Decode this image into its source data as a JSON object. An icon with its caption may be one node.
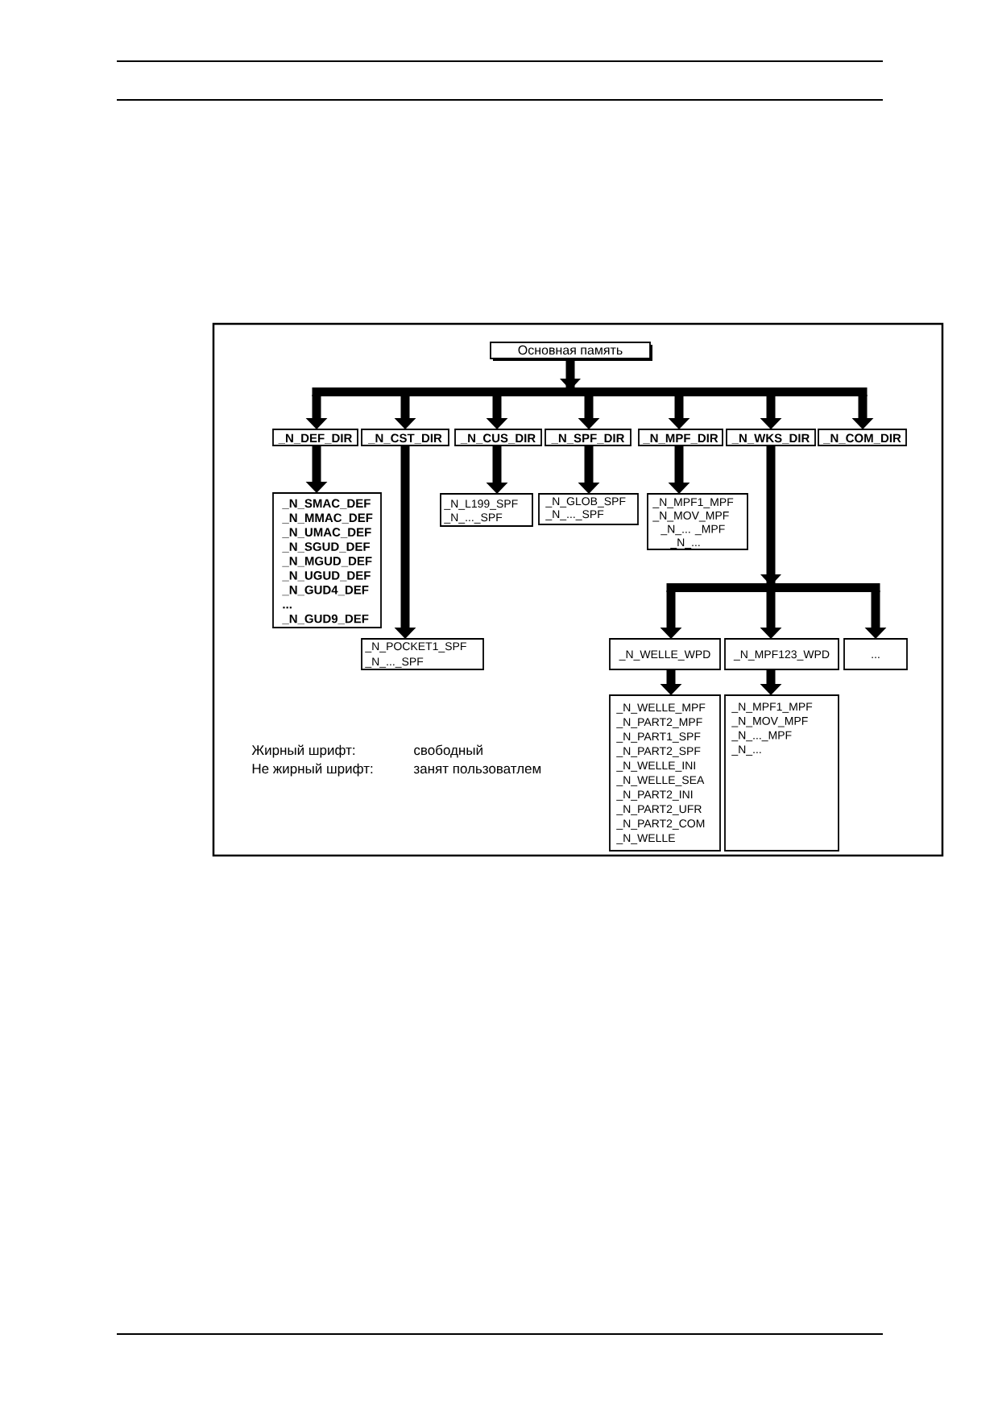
{
  "diagram": {
    "nodes": [
      {
        "text": [
          "Основная память"
        ]
      },
      {
        "text": [
          "_N_DEF_DIR"
        ]
      },
      {
        "text": [
          "_N_CST_DIR"
        ]
      },
      {
        "text": [
          "_N_CUS_DIR"
        ]
      },
      {
        "text": [
          "_N_SPF_DIR"
        ]
      },
      {
        "text": [
          "_N_MPF_DIR"
        ]
      },
      {
        "text": [
          "_N_WKS_DIR"
        ]
      },
      {
        "text": [
          "_N_COM_DIR"
        ]
      },
      {
        "text": [
          "_N_SMAC_DEF",
          "_N_MMAC_DEF",
          "_N_UMAC_DEF",
          "_N_SGUD_DEF",
          "_N_MGUD_DEF",
          "_N_UGUD_DEF",
          "_N_GUD4_DEF",
          "...",
          "_N_GUD9_DEF"
        ]
      },
      {
        "text": [
          "_N_L199_SPF",
          "_N_..._SPF"
        ]
      },
      {
        "text": [
          "_N_GLOB_SPF",
          "_N_..._SPF"
        ]
      },
      {
        "text": [
          "_N_MPF1_MPF",
          "_N_MOV_MPF",
          "_N_... _MPF",
          "_N_..."
        ]
      },
      {
        "text": [
          "_N_POCKET1_SPF",
          "_N_..._SPF"
        ]
      },
      {
        "text": [
          "_N_WELLE_WPD"
        ]
      },
      {
        "text": [
          "_N_MPF123_WPD"
        ]
      },
      {
        "text": [
          "..."
        ]
      },
      {
        "text": [
          "_N_WELLE_MPF",
          "_N_PART2_MPF",
          "_N_PART1_SPF",
          "_N_PART2_SPF",
          "_N_WELLE_INI",
          "_N_WELLE_SEA",
          "_N_PART2_INI",
          "_N_PART2_UFR",
          "_N_PART2_COM",
          "_N_WELLE"
        ]
      },
      {
        "text": [
          "_N_MPF1_MPF",
          "_N_MOV_MPF",
          "_N_..._MPF",
          "_N_..."
        ]
      }
    ],
    "edges": [
      {
        "from": 0,
        "to": 1,
        "arrow": "to"
      },
      {
        "from": 0,
        "to": 2,
        "arrow": "to"
      },
      {
        "from": 0,
        "to": 3,
        "arrow": "to"
      },
      {
        "from": 0,
        "to": 4,
        "arrow": "to"
      },
      {
        "from": 0,
        "to": 5,
        "arrow": "to"
      },
      {
        "from": 0,
        "to": 6,
        "arrow": "to"
      },
      {
        "from": 0,
        "to": 7,
        "arrow": "to"
      },
      {
        "from": 1,
        "to": 8,
        "arrow": "to"
      },
      {
        "from": 2,
        "to": 12,
        "arrow": "to"
      },
      {
        "from": 3,
        "to": 9,
        "arrow": "to"
      },
      {
        "from": 4,
        "to": 10,
        "arrow": "to"
      },
      {
        "from": 5,
        "to": 11,
        "arrow": "to"
      },
      {
        "from": 6,
        "to": 13,
        "arrow": "to"
      },
      {
        "from": 6,
        "to": 14,
        "arrow": "to"
      },
      {
        "from": 6,
        "to": 15,
        "arrow": "to"
      },
      {
        "from": 13,
        "to": 16,
        "arrow": "to"
      },
      {
        "from": 14,
        "to": 17,
        "arrow": "to"
      }
    ],
    "labels": [
      "Жирный шрифт:",
      "свободный",
      "Не жирный шрифт:",
      "занят пользоватлем"
    ]
  }
}
